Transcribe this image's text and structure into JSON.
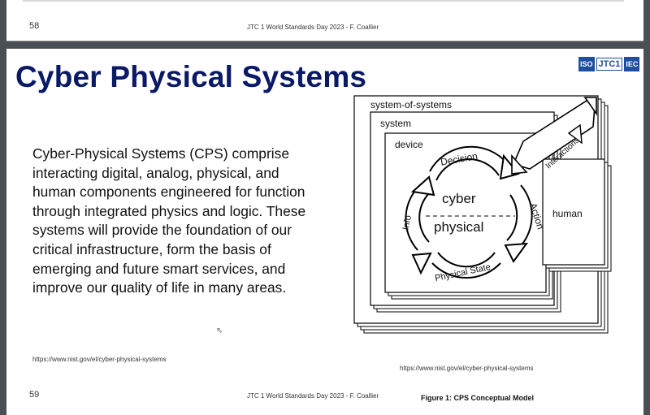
{
  "prev_page": {
    "number": "58",
    "footer": "JTC 1 World Standards Day 2023 - F. Coallier"
  },
  "slide": {
    "title": "Cyber Physical Systems",
    "body": "Cyber-Physical Systems (CPS) comprise interacting digital, analog, physical, and human components engineered for function through integrated physics and logic. These systems will provide the foundation of our critical infrastructure, form the basis of emerging and future smart services, and improve our quality of life in many areas.",
    "left_url": "https://www.nist.gov/el/cyber-physical-systems",
    "logo": {
      "iso": "ISO",
      "jtc": "JTC1",
      "iec": "IEC"
    },
    "diagram": {
      "system_of_systems": "system-of-systems",
      "system": "system",
      "device": "device",
      "cyber": "cyber",
      "physical": "physical",
      "decision": "Decision",
      "action": "Action",
      "physical_state": "Physical State",
      "info": "Info",
      "interactions": "Interactions",
      "human": "human"
    },
    "caption": "Figure 1: CPS Conceptual Model",
    "right_url": "https://www.nist.gov/el/cyber-physical-systems",
    "page_number": "59",
    "footer": "JTC 1 World Standards Day 2023 - F. Coallier"
  }
}
